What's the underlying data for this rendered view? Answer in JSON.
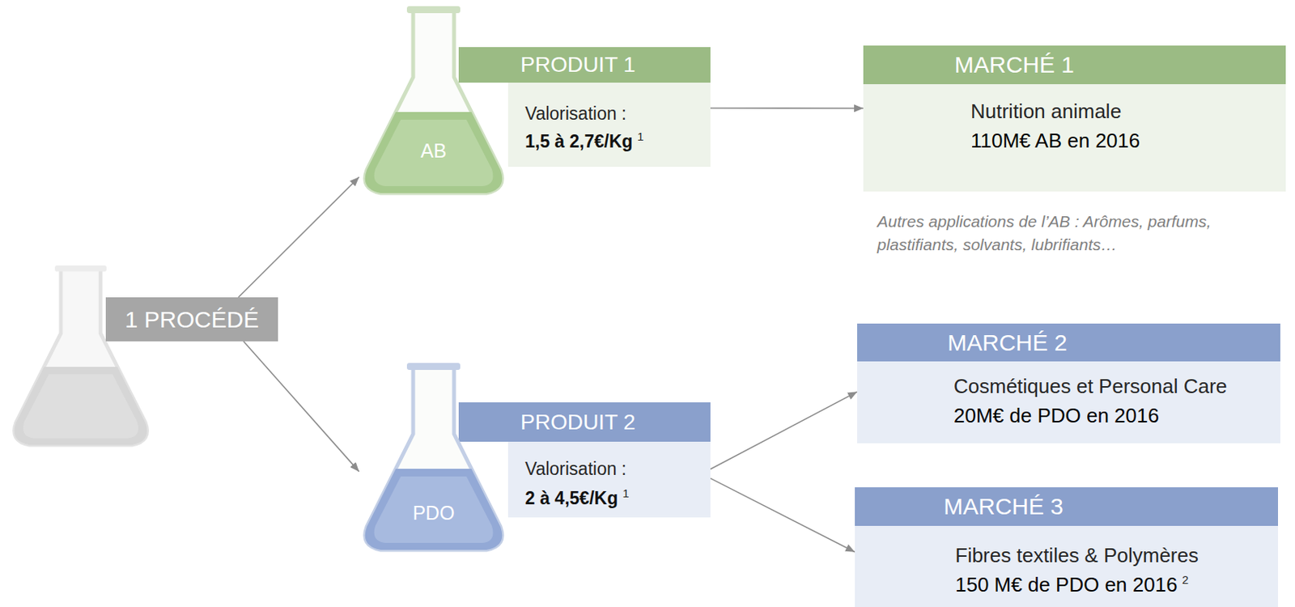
{
  "diagram": {
    "nodes": [
      {
        "text": [
          "1 PROCÉDÉ"
        ]
      },
      {
        "text": [
          "AB"
        ]
      },
      {
        "text": [
          "PRODUIT 1",
          "Valorisation :",
          "1,5 à 2,7€/Kg",
          "1"
        ]
      },
      {
        "text": [
          "MARCHÉ 1",
          "Nutrition animale",
          "110M€ AB en 2016"
        ]
      },
      {
        "text": [
          "PDO"
        ]
      },
      {
        "text": [
          "PRODUIT 2",
          "Valorisation :",
          "2 à 4,5€/Kg",
          "1"
        ]
      },
      {
        "text": [
          "MARCHÉ 2",
          "Cosmétiques et Personal Care",
          "20M€ de PDO en 2016"
        ]
      },
      {
        "text": [
          "MARCHÉ 3",
          "Fibres textiles & Polymères",
          "150 M€ de PDO en 2016",
          "2"
        ]
      }
    ],
    "edges": [
      {
        "from": 0,
        "to": 1,
        "arrow": "to"
      },
      {
        "from": 0,
        "to": 4,
        "arrow": "to"
      },
      {
        "from": 2,
        "to": 3,
        "arrow": "to"
      },
      {
        "from": 5,
        "to": 6,
        "arrow": "to"
      },
      {
        "from": 5,
        "to": 7,
        "arrow": "to"
      }
    ],
    "labels": [
      "Autres applications de l’AB : Arômes, parfums, plastifiants, solvants, lubrifiants…"
    ]
  }
}
